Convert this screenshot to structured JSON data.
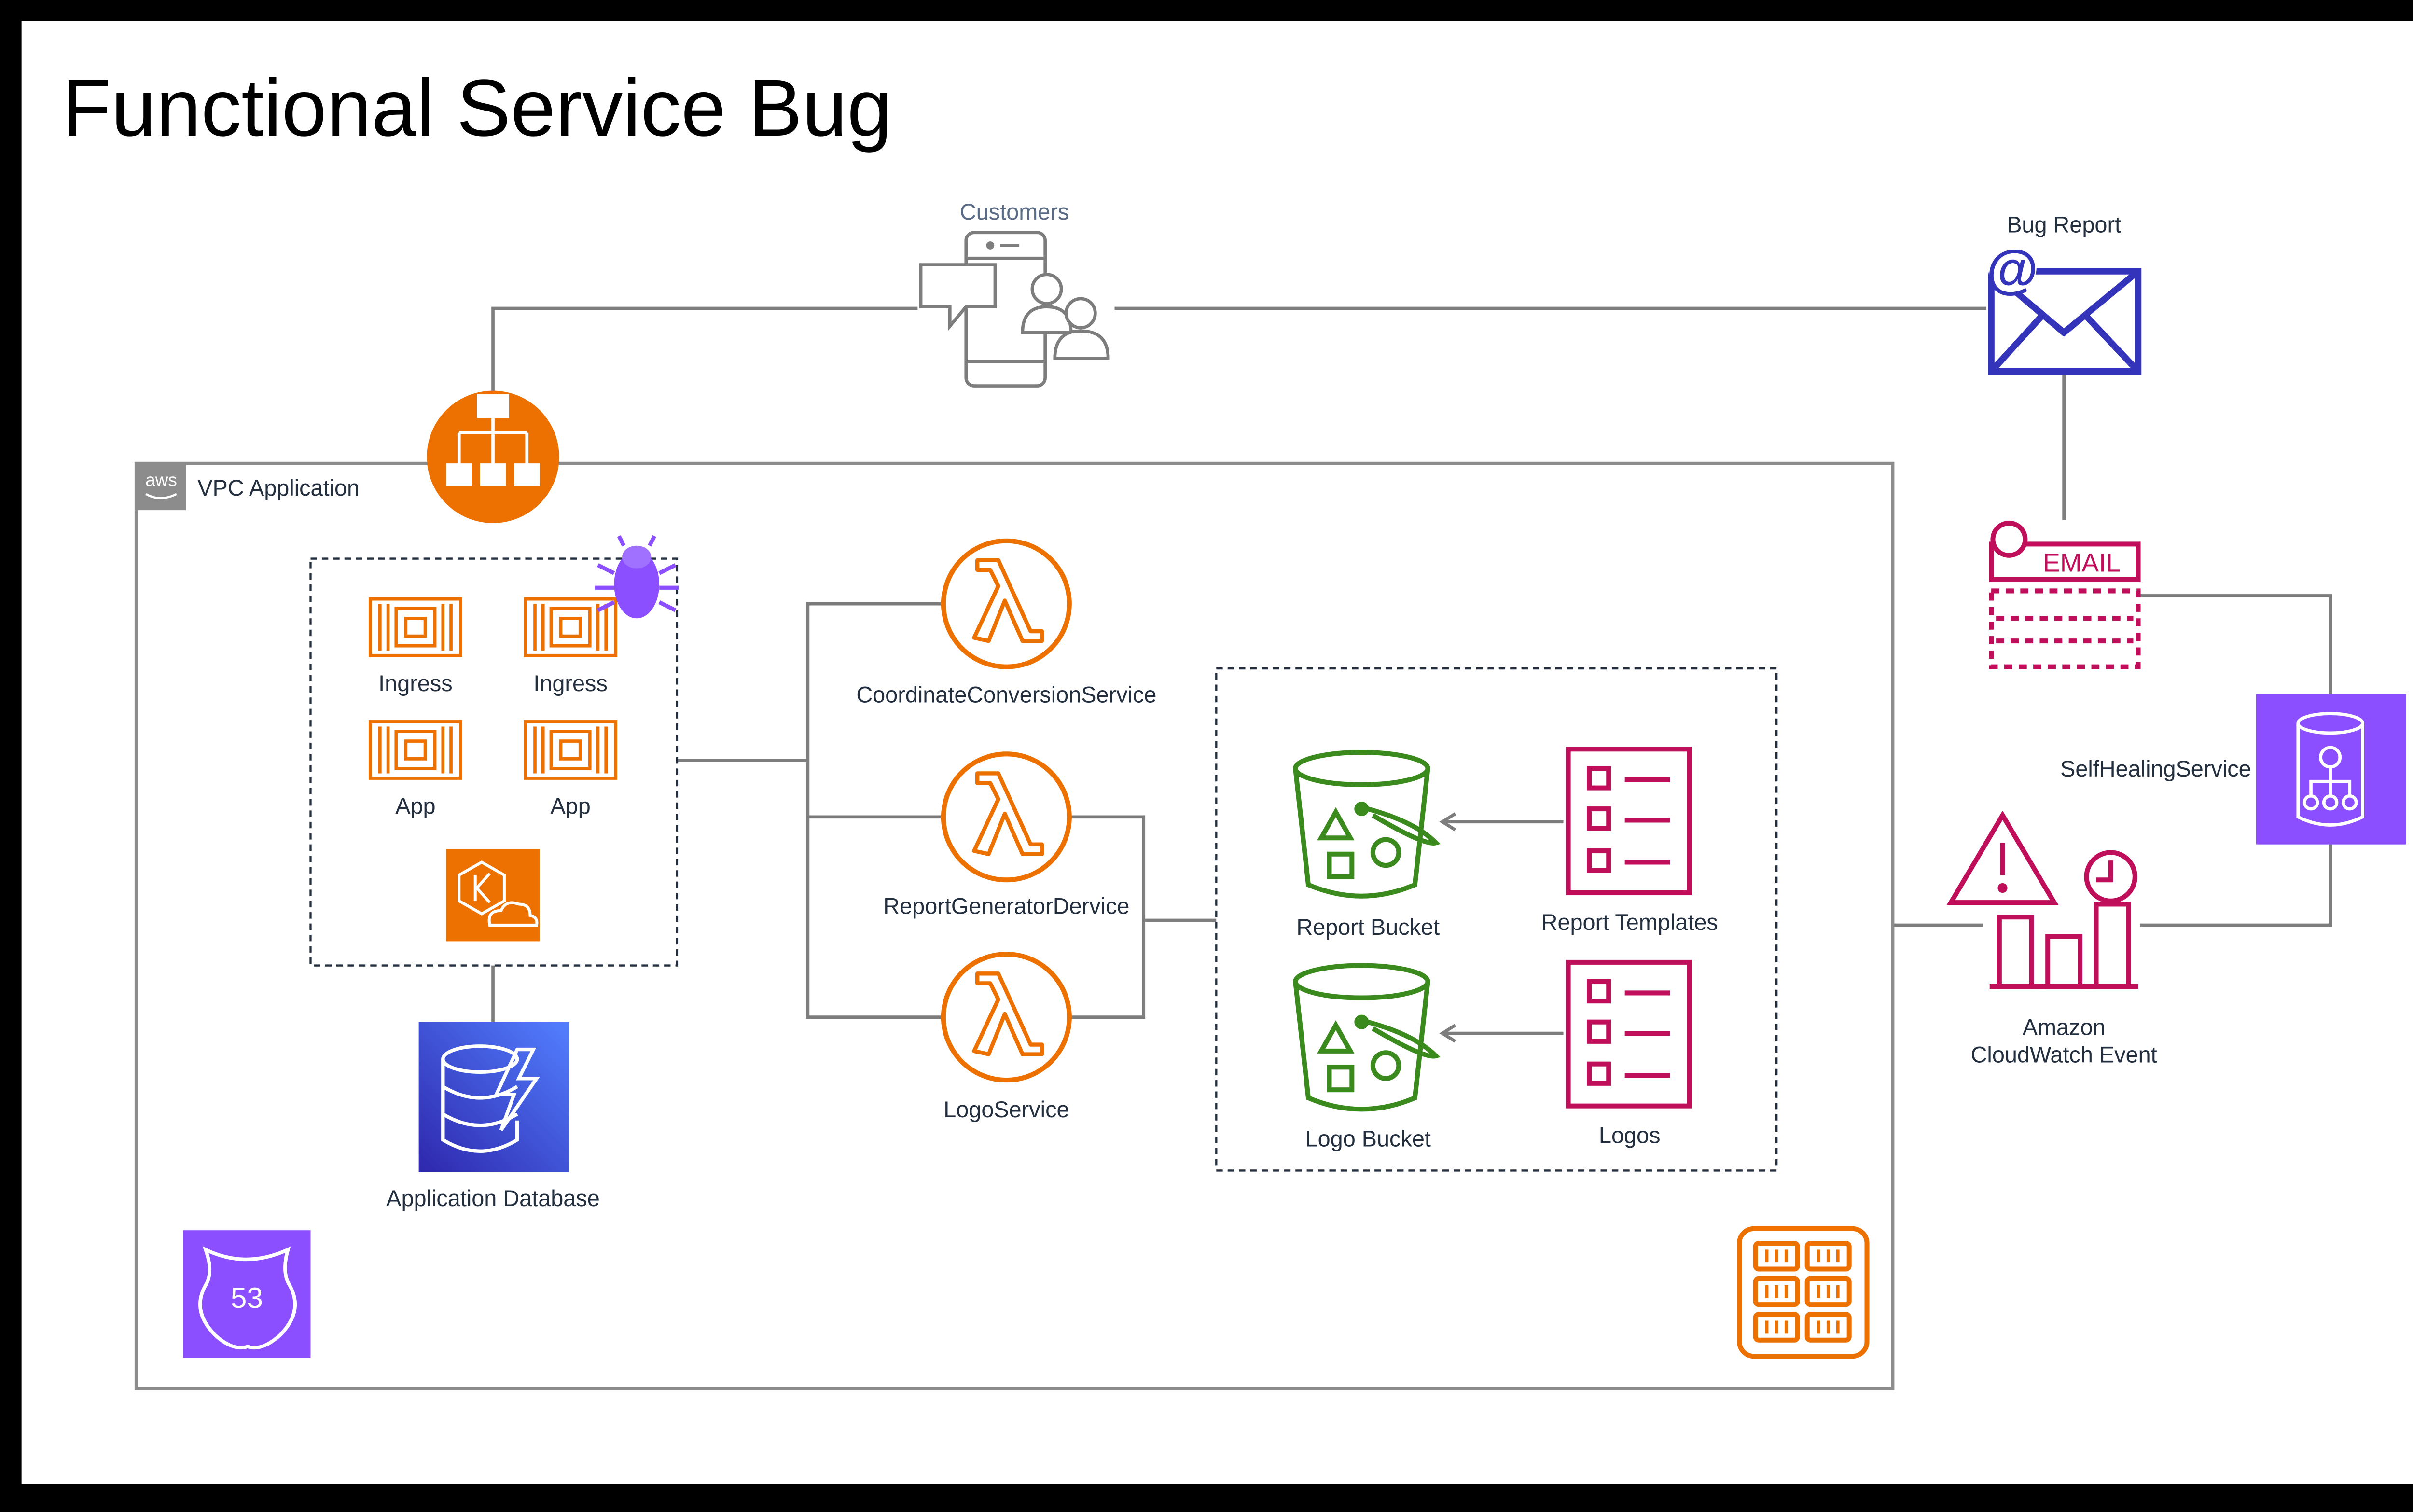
{
  "title": "Functional Service Bug",
  "nodes": {
    "customers": "Customers",
    "bug_report": "Bug Report",
    "vpc": "VPC Application",
    "ingress_1": "Ingress",
    "ingress_2": "Ingress",
    "app_1": "App",
    "app_2": "App",
    "app_db": "Application Database",
    "lambda_coord": "CoordinateConversionService",
    "lambda_report": "ReportGeneratorDervice",
    "lambda_logo": "LogoService",
    "report_bucket": "Report Bucket",
    "report_templates": "Report Templates",
    "logo_bucket": "Logo Bucket",
    "logos": "Logos",
    "self_healing": "SelfHealingService",
    "cloudwatch_line1": "Amazon",
    "cloudwatch_line2": "CloudWatch Event",
    "email_badge": "EMAIL",
    "aws_badge": "aws",
    "route53_badge": "53"
  },
  "colors": {
    "orange": "#ed7100",
    "green": "#3b8a1e",
    "magenta": "#bf0f5b",
    "purple": "#8c4fff",
    "blue": "#3334b9",
    "db_blue": "#3b48cc",
    "gray": "#7d7d7d"
  }
}
